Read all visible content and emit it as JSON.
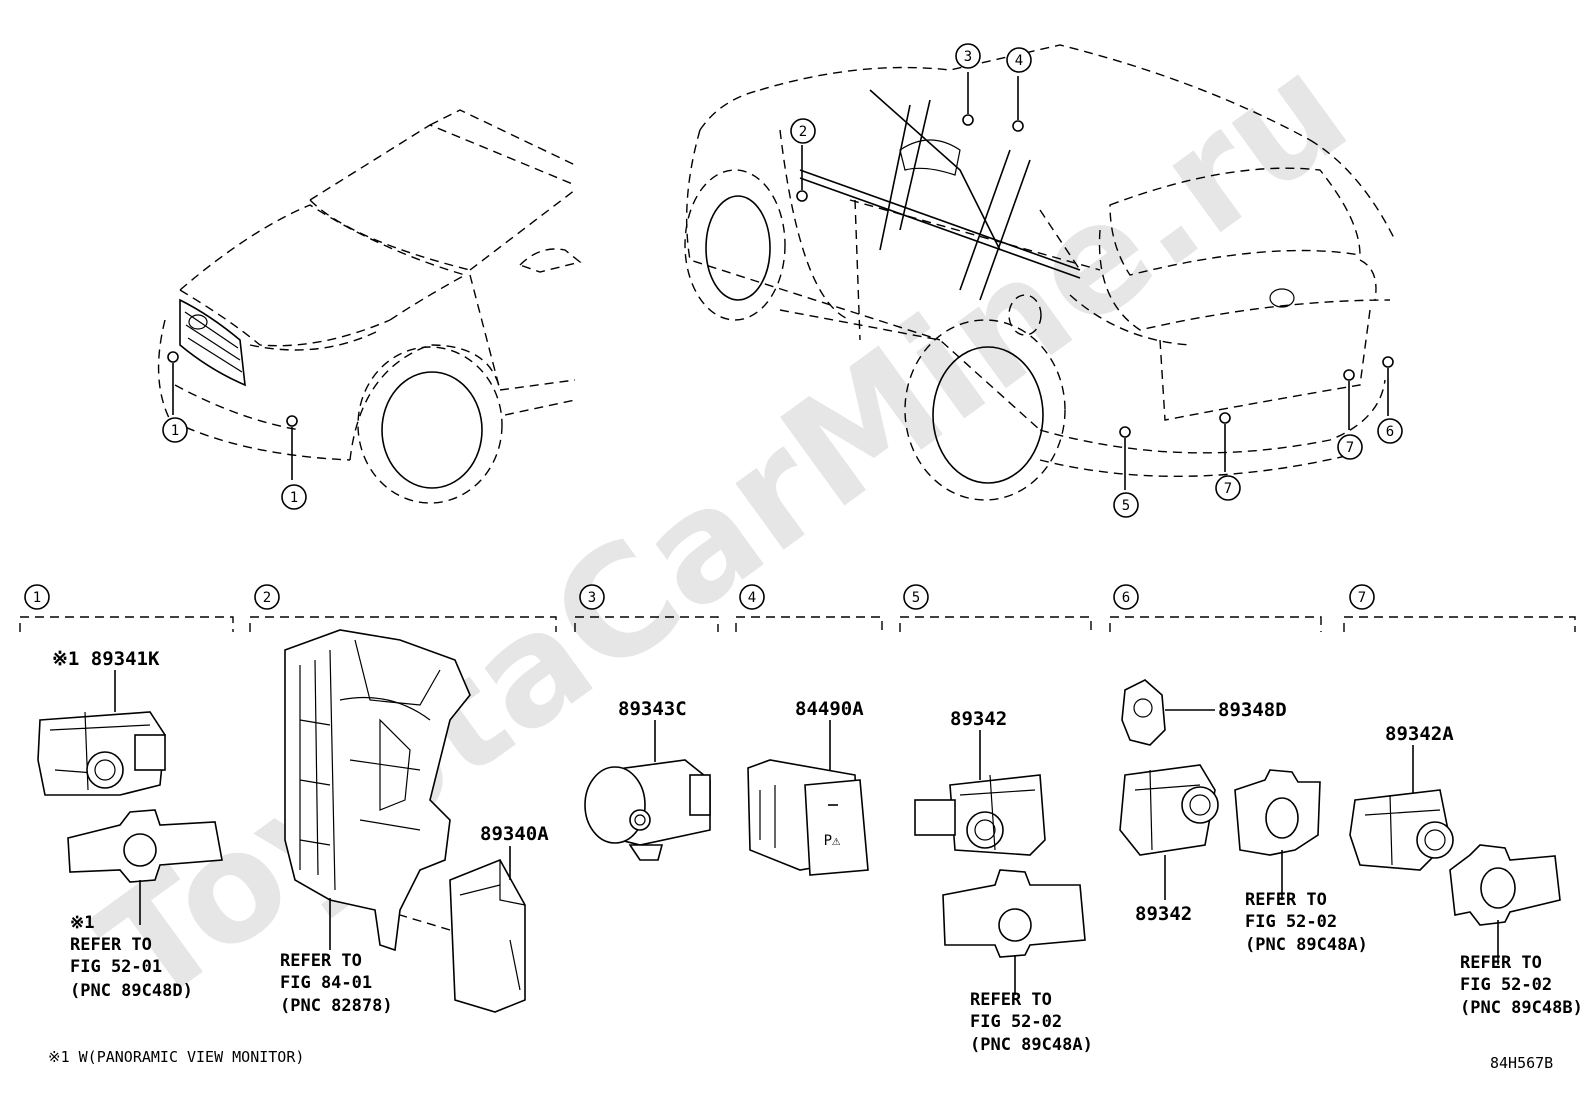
{
  "watermark": "ToyotaCarMine.ru",
  "callouts": {
    "c1": "1",
    "c2": "2",
    "c3": "3",
    "c4": "4",
    "c5": "5",
    "c6": "6",
    "c7": "7"
  },
  "groups": [
    {
      "num": "1"
    },
    {
      "num": "2"
    },
    {
      "num": "3"
    },
    {
      "num": "4"
    },
    {
      "num": "5"
    },
    {
      "num": "6"
    },
    {
      "num": "7"
    }
  ],
  "parts": {
    "p89341K": "※1 89341K",
    "p89340A": "89340A",
    "p89343C": "89343C",
    "p84490A": "84490A",
    "p89342_5": "89342",
    "p89348D": "89348D",
    "p89342_6": "89342",
    "p89342A": "89342A"
  },
  "refs": {
    "r1": {
      "mark": "※1",
      "l1": "REFER TO",
      "l2": "FIG 52-01",
      "l3": "(PNC 89C48D)"
    },
    "r2": {
      "l1": "REFER TO",
      "l2": "FIG 84-01",
      "l3": "(PNC 82878)"
    },
    "r5": {
      "l1": "REFER TO",
      "l2": "FIG 52-02",
      "l3": "(PNC 89C48A)"
    },
    "r6": {
      "l1": "REFER TO",
      "l2": "FIG 52-02",
      "l3": "(PNC 89C48A)"
    },
    "r7": {
      "l1": "REFER TO",
      "l2": "FIG 52-02",
      "l3": "(PNC 89C48B)"
    }
  },
  "footnote": "※1 W(PANORAMIC VIEW MONITOR)",
  "code": "84H567B"
}
